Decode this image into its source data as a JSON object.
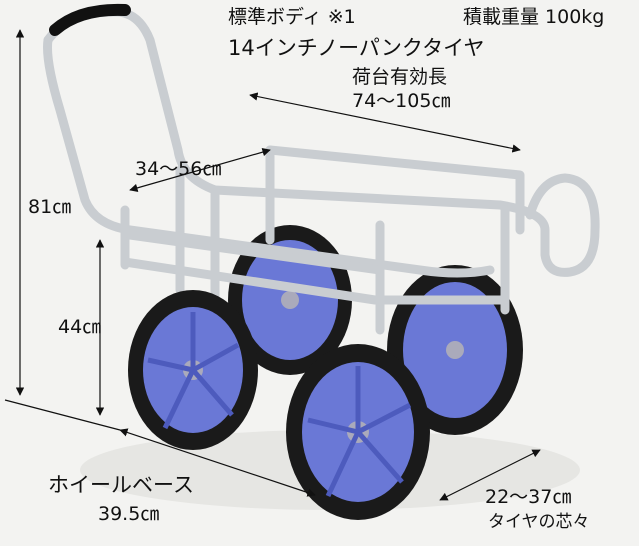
{
  "spec": {
    "body_type": "標準ボディ ※1",
    "load_capacity": "積載重量 100kg",
    "tire": "14インチノーパンクタイヤ",
    "deck_length_label": "荷台有効長",
    "deck_length_value": "74～105㎝",
    "deck_width": "34～56㎝",
    "height_total": "81㎝",
    "height_deck": "44㎝",
    "wheelbase_label": "ホイールベース",
    "wheelbase_value": "39.5㎝",
    "track_value": "22～37㎝",
    "track_label": "タイヤの芯々"
  },
  "colors": {
    "frame": "#c9cdd1",
    "wheel": "#6a78d6",
    "tire": "#1a1a1a",
    "background": "#f3f3f1"
  }
}
